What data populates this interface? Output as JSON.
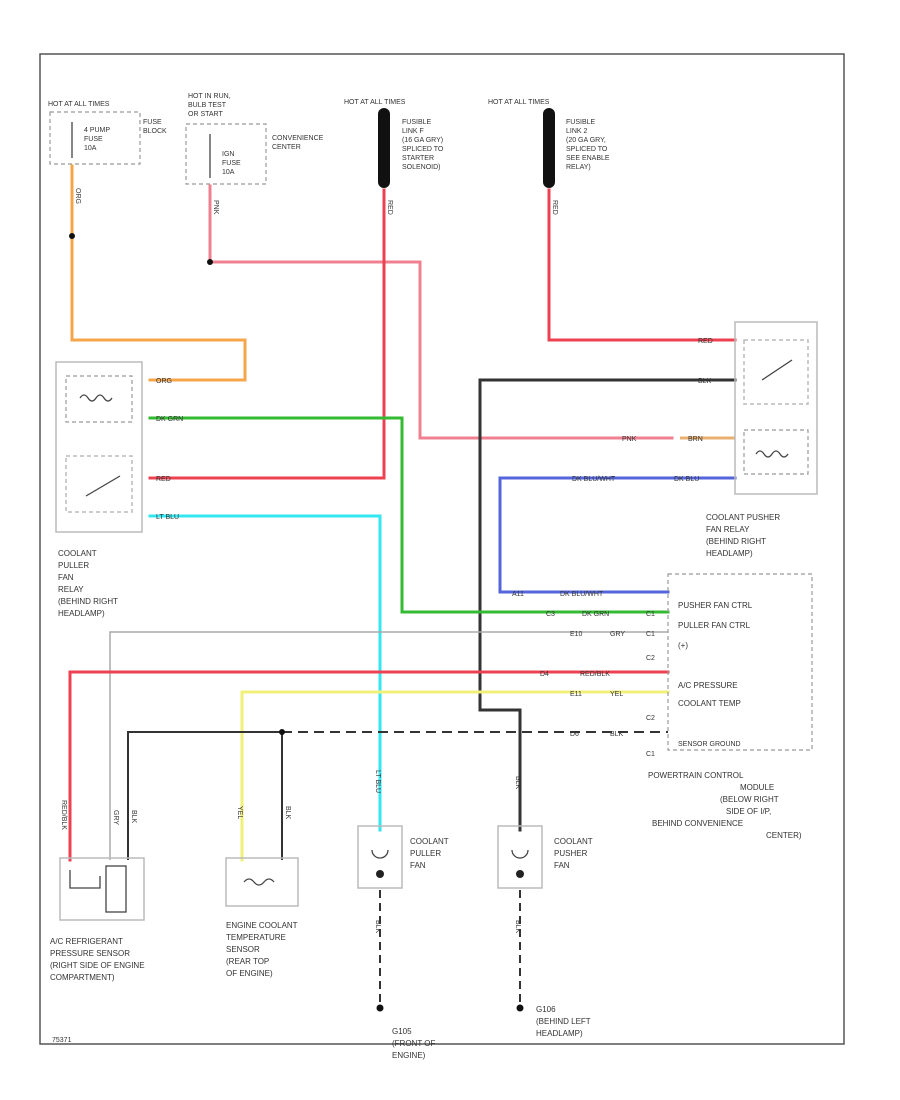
{
  "diagram": {
    "footer_code": "75371",
    "power": {
      "hot_all_times_1": "HOT AT ALL TIMES",
      "fuse_block": "FUSE\nBLOCK",
      "fuse1": "4 PUMP\nFUSE\n10A",
      "hot_run_bulb": "HOT IN RUN,\nBULB TEST\nOR START",
      "convenience_center": "CONVENIENCE\nCENTER",
      "fuse2": "IGN\nFUSE\n10A",
      "hot_all_times_2": "HOT AT ALL TIMES",
      "fusible_link_1": "FUSIBLE\nLINK F\n(16 GA GRY)\nSPLICED TO\nSTARTER\nSOLENOID)",
      "hot_all_times_3": "HOT AT ALL TIMES",
      "fusible_link_2": "FUSIBLE\nLINK 2\n(20 GA GRY,\nSPLICED TO\nSEE ENABLE\nRELAY)"
    },
    "wire_labels": {
      "org_top": "ORG",
      "pnk_top": "PNK",
      "red_top1": "RED",
      "red_top2": "RED",
      "left_relay_org": "ORG",
      "left_relay_dkgrn": "DK GRN",
      "left_relay_red": "RED",
      "left_relay_ltblu": "LT BLU",
      "right_relay_red": "RED",
      "right_relay_blk": "BLK",
      "right_relay_pnk": "PNK",
      "right_relay_brn": "BRN",
      "right_relay_dkblu_wht": "DK BLU/WHT",
      "right_relay_dkblu": "DK BLU",
      "pcm_pin1": "A11",
      "pcm_pin1_wire": "DK BLU/WHT",
      "pcm_pin2": "C3",
      "pcm_pin2_wire": "DK GRN",
      "pcm_pin3": "E10",
      "pcm_pin3_wire": "GRY",
      "pcm_pin4": "D4",
      "pcm_pin4_wire": "RED/BLK",
      "pcm_pin5": "E11",
      "pcm_pin5_wire": "YEL",
      "pcm_pin6": "D6",
      "pcm_pin6_wire": "BLK",
      "sensor_red_blk": "RED/BLK",
      "sensor_gry": "GRY",
      "sensor_blk": "BLK",
      "ect_yel": "YEL",
      "ect_blk": "BLK",
      "puller_ltblu": "LT BLU",
      "pusher_blk": "BLK",
      "gnd1_blk": "BLK",
      "gnd2_blk": "BLK"
    },
    "components": {
      "puller_relay": "COOLANT\nPULLER\nFAN\nRELAY\n(BEHIND RIGHT\nHEADLAMP)",
      "pusher_relay": "COOLANT PUSHER\nFAN RELAY\n(BEHIND RIGHT\nHEADLAMP)",
      "pcm": "POWERTRAIN CONTROL\nMODULE\n(BELOW RIGHT\nSIDE OF I/P,\nBEHIND CONVENIENCE\nCENTER)",
      "pcm_pusher_ctrl": "PUSHER FAN CTRL",
      "pcm_puller_ctrl": "PULLER FAN CTRL",
      "pcm_plus": "(+)",
      "pcm_ac_pressure": "A/C PRESSURE",
      "pcm_coolant_temp": "COOLANT TEMP",
      "pcm_sensor_ground": "SENSOR GROUND",
      "pcm_c1": "C1",
      "pcm_c1b": "C1",
      "pcm_c2": "C2",
      "pcm_c2b": "C2",
      "pcm_c1c": "C1",
      "ac_sensor": "A/C REFRIGERANT\nPRESSURE SENSOR\n(RIGHT SIDE OF ENGINE\nCOMPARTMENT)",
      "ect_sensor": "ENGINE COOLANT\nTEMPERATURE\nSENSOR\n(REAR TOP\nOF ENGINE)",
      "puller_fan": "COOLANT\nPULLER\nFAN",
      "pusher_fan": "COOLANT\nPUSHER\nFAN",
      "g105": "G105\n(FRONT OF\nENGINE)",
      "g106": "G106\n(BEHIND LEFT\nHEADLAMP)"
    }
  }
}
